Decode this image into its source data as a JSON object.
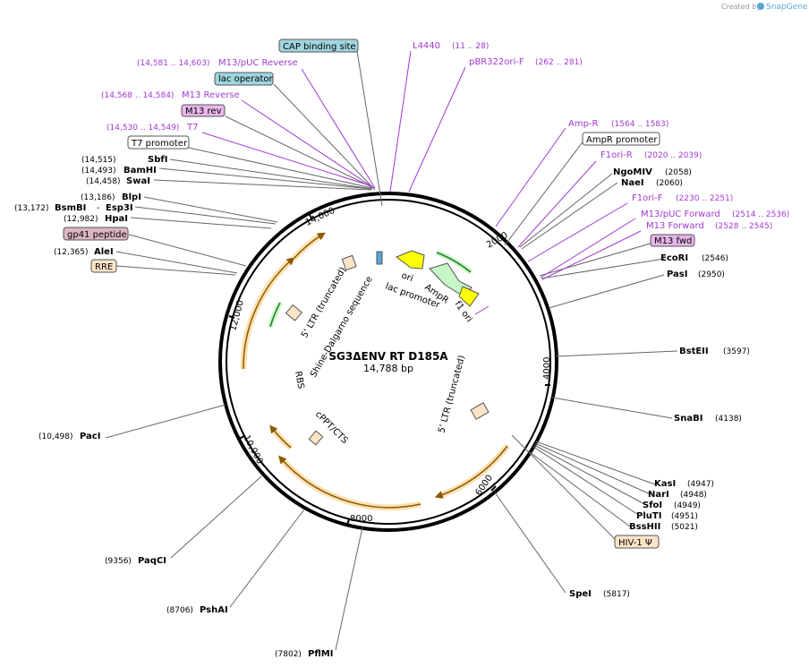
{
  "credit": {
    "prefix": "Created by",
    "brand": "SnapGene"
  },
  "plasmid": {
    "name": "SG3ΔENV RT D185A",
    "size_label": "14,788 bp",
    "length": 14788
  },
  "colors": {
    "primer": "#a13ad1",
    "feature_orange": "#f7c98f",
    "feature_yellow": "#ffff00",
    "feature_green": "#c6f7c6",
    "backbone": "#000000"
  },
  "enzymes_left": [
    {
      "name": "SbfI",
      "pos": "(14,515)",
      "site": 14515
    },
    {
      "name": "BamHI",
      "pos": "(14,493)",
      "site": 14493
    },
    {
      "name": "SwaI",
      "pos": "(14,458)",
      "site": 14458
    },
    {
      "name": "BlpI",
      "pos": "(13,186)",
      "site": 13186
    },
    {
      "name": "BsmBI",
      "pos": "(13,172)",
      "site": 13172
    },
    {
      "name": "Esp3I",
      "pos": "",
      "site": 13172
    },
    {
      "name": "HpaI",
      "pos": "(12,982)",
      "site": 12982
    },
    {
      "name": "AleI",
      "pos": "(12,365)",
      "site": 12365
    },
    {
      "name": "PacI",
      "pos": "(10,498)",
      "site": 10498
    },
    {
      "name": "PaqCI",
      "pos": "(9356)",
      "site": 9356
    },
    {
      "name": "PshAI",
      "pos": "(8706)",
      "site": 8706
    },
    {
      "name": "PflMI",
      "pos": "(7802)",
      "site": 7802
    }
  ],
  "enzymes_right": [
    {
      "name": "NgoMIV",
      "pos": "(2058)",
      "site": 2058
    },
    {
      "name": "NaeI",
      "pos": "(2060)",
      "site": 2060
    },
    {
      "name": "EcoRI",
      "pos": "(2546)",
      "site": 2546
    },
    {
      "name": "PasI",
      "pos": "(2950)",
      "site": 2950
    },
    {
      "name": "BstEII",
      "pos": "(3597)",
      "site": 3597
    },
    {
      "name": "SnaBI",
      "pos": "(4138)",
      "site": 4138
    },
    {
      "name": "KasI",
      "pos": "(4947)",
      "site": 4947
    },
    {
      "name": "NarI",
      "pos": "(4948)",
      "site": 4948
    },
    {
      "name": "SfoI",
      "pos": "(4949)",
      "site": 4949
    },
    {
      "name": "PluTI",
      "pos": "(4951)",
      "site": 4951
    },
    {
      "name": "BssHII",
      "pos": "(5021)",
      "site": 5021
    },
    {
      "name": "SpeI",
      "pos": "(5817)",
      "site": 5817
    }
  ],
  "primers": [
    {
      "name": "L4440",
      "range": "(11 .. 28)"
    },
    {
      "name": "pBR322ori-F",
      "range": "(262 .. 281)"
    },
    {
      "name": "M13/pUC Reverse",
      "range": "(14,581 .. 14,603)"
    },
    {
      "name": "M13 Reverse",
      "range": "(14,568 .. 14,584)"
    },
    {
      "name": "T7",
      "range": "(14,530 .. 14,549)"
    },
    {
      "name": "Amp-R",
      "range": "(1564 .. 1583)"
    },
    {
      "name": "F1ori-R",
      "range": "(2020 .. 2039)"
    },
    {
      "name": "F1ori-F",
      "range": "(2230 .. 2251)"
    },
    {
      "name": "M13/pUC Forward",
      "range": "(2514 .. 2536)"
    },
    {
      "name": "M13 Forward",
      "range": "(2528 .. 2545)"
    }
  ],
  "boxed_labels": [
    {
      "name": "CAP binding site",
      "color": "#9fd6df"
    },
    {
      "name": "lac operator",
      "color": "#9fd6df"
    },
    {
      "name": "M13 rev",
      "color": "#e7b6ea"
    },
    {
      "name": "T7 promoter",
      "color": "#ffffff"
    },
    {
      "name": "AmpR promoter",
      "color": "#ffffff"
    },
    {
      "name": "M13 fwd",
      "color": "#e7b6ea"
    },
    {
      "name": "gp41 peptide",
      "color": "#dcb6c3"
    },
    {
      "name": "RRE",
      "color": "#fde4c6"
    },
    {
      "name": "HIV-1 Ψ",
      "color": "#fde4c6"
    }
  ],
  "inner_features": [
    "5' LTR (truncated)",
    "Shine-Dalgarno sequence",
    "RBS",
    "lac promoter",
    "ori",
    "AmpR",
    "f1 ori",
    "5' LTR (truncated)",
    "cPPT/CTS"
  ],
  "ticks": [
    "2000",
    "4000",
    "6000",
    "8000",
    "10,000",
    "12,000",
    "14,000"
  ]
}
